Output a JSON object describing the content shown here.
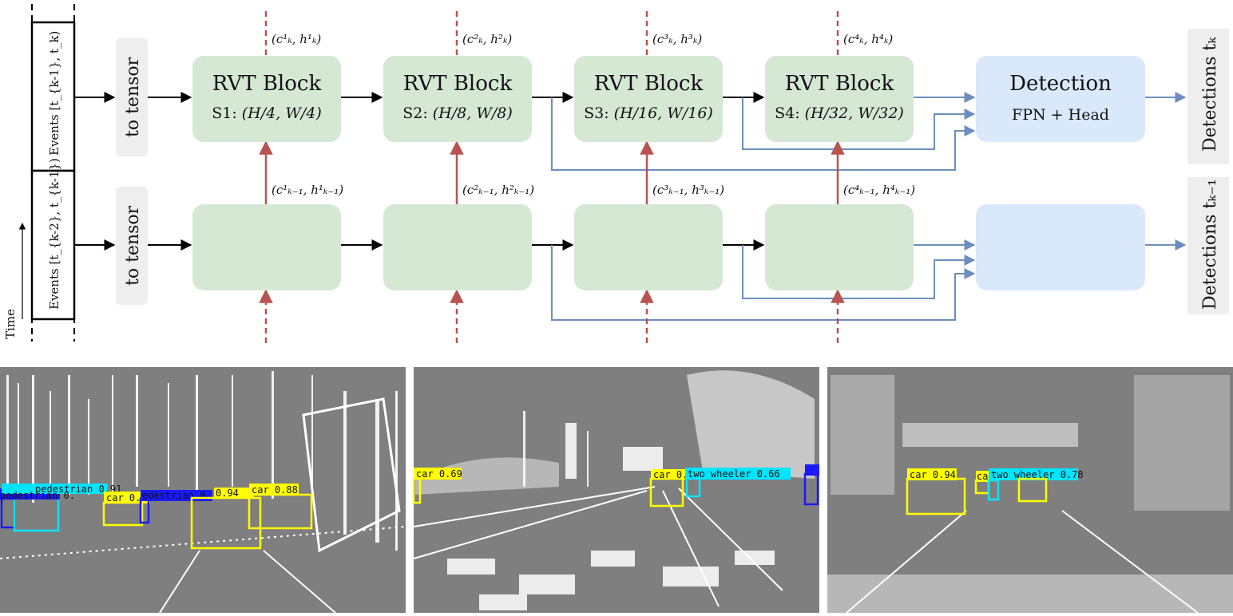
{
  "diagram": {
    "time_label": "Time",
    "events_top": "Events [t_{k-1}, t_k)",
    "events_bottom": "Events [t_{k-2}, t_{k-1})",
    "to_tensor_label": "to tensor",
    "blocks": [
      {
        "title": "RVT Block",
        "stage": "S1:",
        "res": "(H/4, W/4)",
        "state_k": "(c¹ₖ, h¹ₖ)",
        "state_km1": "(c¹ₖ₋₁, h¹ₖ₋₁)"
      },
      {
        "title": "RVT Block",
        "stage": "S2:",
        "res": "(H/8, W/8)",
        "state_k": "(c²ₖ, h²ₖ)",
        "state_km1": "(c²ₖ₋₁, h²ₖ₋₁)"
      },
      {
        "title": "RVT Block",
        "stage": "S3:",
        "res": "(H/16, W/16)",
        "state_k": "(c³ₖ, h³ₖ)",
        "state_km1": "(c³ₖ₋₁, h³ₖ₋₁)"
      },
      {
        "title": "RVT Block",
        "stage": "S4:",
        "res": "(H/32, W/32)",
        "state_k": "(c⁴ₖ, h⁴ₖ)",
        "state_km1": "(c⁴ₖ₋₁, h⁴ₖ₋₁)"
      }
    ],
    "detection_title": "Detection",
    "detection_sub": "FPN + Head",
    "out_top": "Detections tₖ",
    "out_bottom": "Detections tₖ₋₁",
    "colors": {
      "block_fill": "#d5e8d4",
      "detection_fill": "#dae8fc",
      "tensor_fill": "#eeeeee",
      "output_fill": "#eeeeee",
      "state_arrow": "#b85450",
      "fpn_arrow": "#6c8ebf",
      "main_arrow": "#000000"
    }
  },
  "panels": [
    {
      "detections": [
        {
          "label": "pedestrian 0.",
          "color": "#1a1aff",
          "text_color": "#111111"
        },
        {
          "label": "pedestrian 0.91",
          "color": "#00e5ff",
          "text_color": "#111111"
        },
        {
          "label": "car 0.81",
          "color": "#ffff00",
          "text_color": "#111111"
        },
        {
          "label": "edestrian 0.",
          "color": "#1a1aff",
          "text_color": "#111111"
        },
        {
          "label": "0.94",
          "color": "#ffff00",
          "text_color": "#111111"
        },
        {
          "label": "car 0.88",
          "color": "#ffff00",
          "text_color": "#111111"
        }
      ]
    },
    {
      "detections": [
        {
          "label": "car 0.69",
          "color": "#ffff00",
          "text_color": "#111111"
        },
        {
          "label": "car 0.9",
          "color": "#ffff00",
          "text_color": "#111111"
        },
        {
          "label": "two wheeler 0.66",
          "color": "#00e5ff",
          "text_color": "#111111"
        }
      ]
    },
    {
      "detections": [
        {
          "label": "car 0.94",
          "color": "#ffff00",
          "text_color": "#111111"
        },
        {
          "label": "ca",
          "color": "#ffff00",
          "text_color": "#111111"
        },
        {
          "label": "two wheeler 0.78",
          "color": "#00e5ff",
          "text_color": "#111111"
        }
      ]
    }
  ]
}
